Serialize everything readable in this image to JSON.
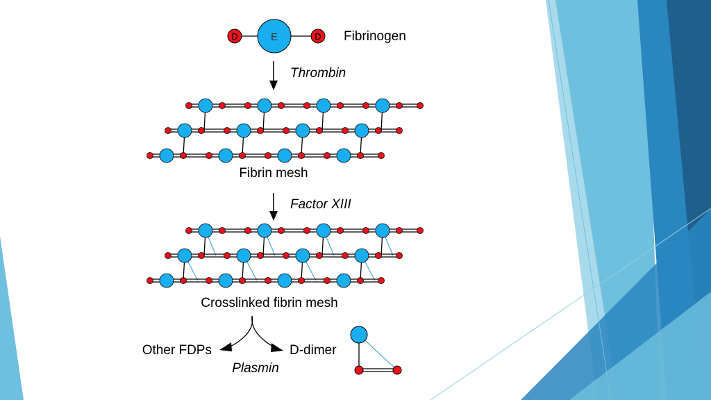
{
  "theme": {
    "accent_dark": "#1F5F8B",
    "accent_mid": "#2A86BF",
    "accent_light": "#6FC0DE",
    "accent_pale": "#A9DAEC",
    "d_domain_color": "#E8141C",
    "e_domain_color": "#19AEEF"
  },
  "diagram": {
    "fibrinogen": {
      "label": "Fibrinogen",
      "d_left": "D",
      "e_center": "E",
      "d_right": "D"
    },
    "step1": {
      "enzyme": "Thrombin",
      "product": "Fibrin mesh"
    },
    "step2": {
      "enzyme": "Factor XIII",
      "product": "Crosslinked fibrin mesh"
    },
    "step3": {
      "enzyme": "Plasmin",
      "left_product": "Other FDPs",
      "right_product": "D-dimer"
    }
  }
}
